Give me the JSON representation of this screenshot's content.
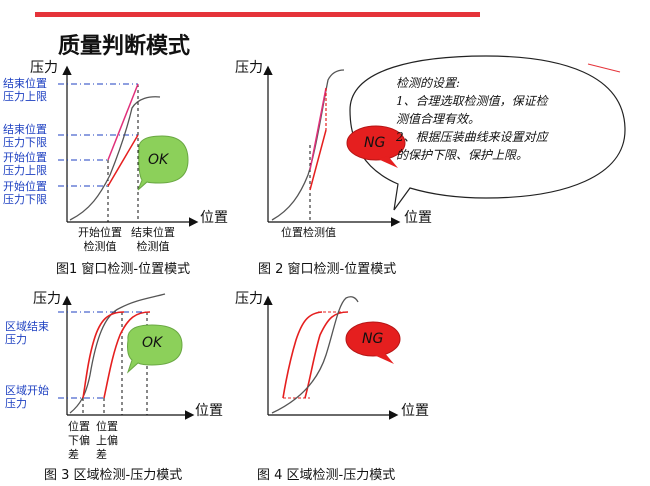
{
  "title": "质量判断模式",
  "axis": {
    "pressure": "压力",
    "position": "位置"
  },
  "fig1": {
    "labels": {
      "end_pos_upper": "结束位置",
      "end_pos_upper2": "压力上限",
      "end_pos_lower": "结束位置",
      "end_pos_lower2": "压力下限",
      "start_pos_upper": "开始位置",
      "start_pos_upper2": "压力上限",
      "start_pos_lower": "开始位置",
      "start_pos_lower2": "压力下限",
      "start_check": "开始位置",
      "start_check2": "检测值",
      "end_check": "结束位置",
      "end_check2": "检测值"
    },
    "status": "OK",
    "caption": "图1 窗口检测-位置模式"
  },
  "fig2": {
    "check_label": "位置检测值",
    "status": "NG",
    "caption": "图 2  窗口检测-位置模式"
  },
  "callout": {
    "line1": "检测的设置:",
    "line2": "1、合理选取检测值，保证检",
    "line3": "测值合理有效。",
    "line4": "2、根据压装曲线来设置对应",
    "line5": "的保护下限、保护上限。"
  },
  "fig3": {
    "labels": {
      "zone_end": "区域结束",
      "zone_end2": "压力",
      "zone_start": "区域开始",
      "zone_start2": "压力",
      "pos_low1": "位置",
      "pos_low2": "下偏",
      "pos_low3": "差",
      "pos_up1": "位置",
      "pos_up2": "上偏",
      "pos_up3": "差"
    },
    "status": "OK",
    "caption": "图 3  区域检测-压力模式"
  },
  "fig4": {
    "status": "NG",
    "caption": "图 4  区域检测-压力模式"
  },
  "colors": {
    "accent": "#e5333a",
    "ok": "#8cd05a",
    "ng": "#e51f1f",
    "label_blue": "#1c3fc1"
  }
}
